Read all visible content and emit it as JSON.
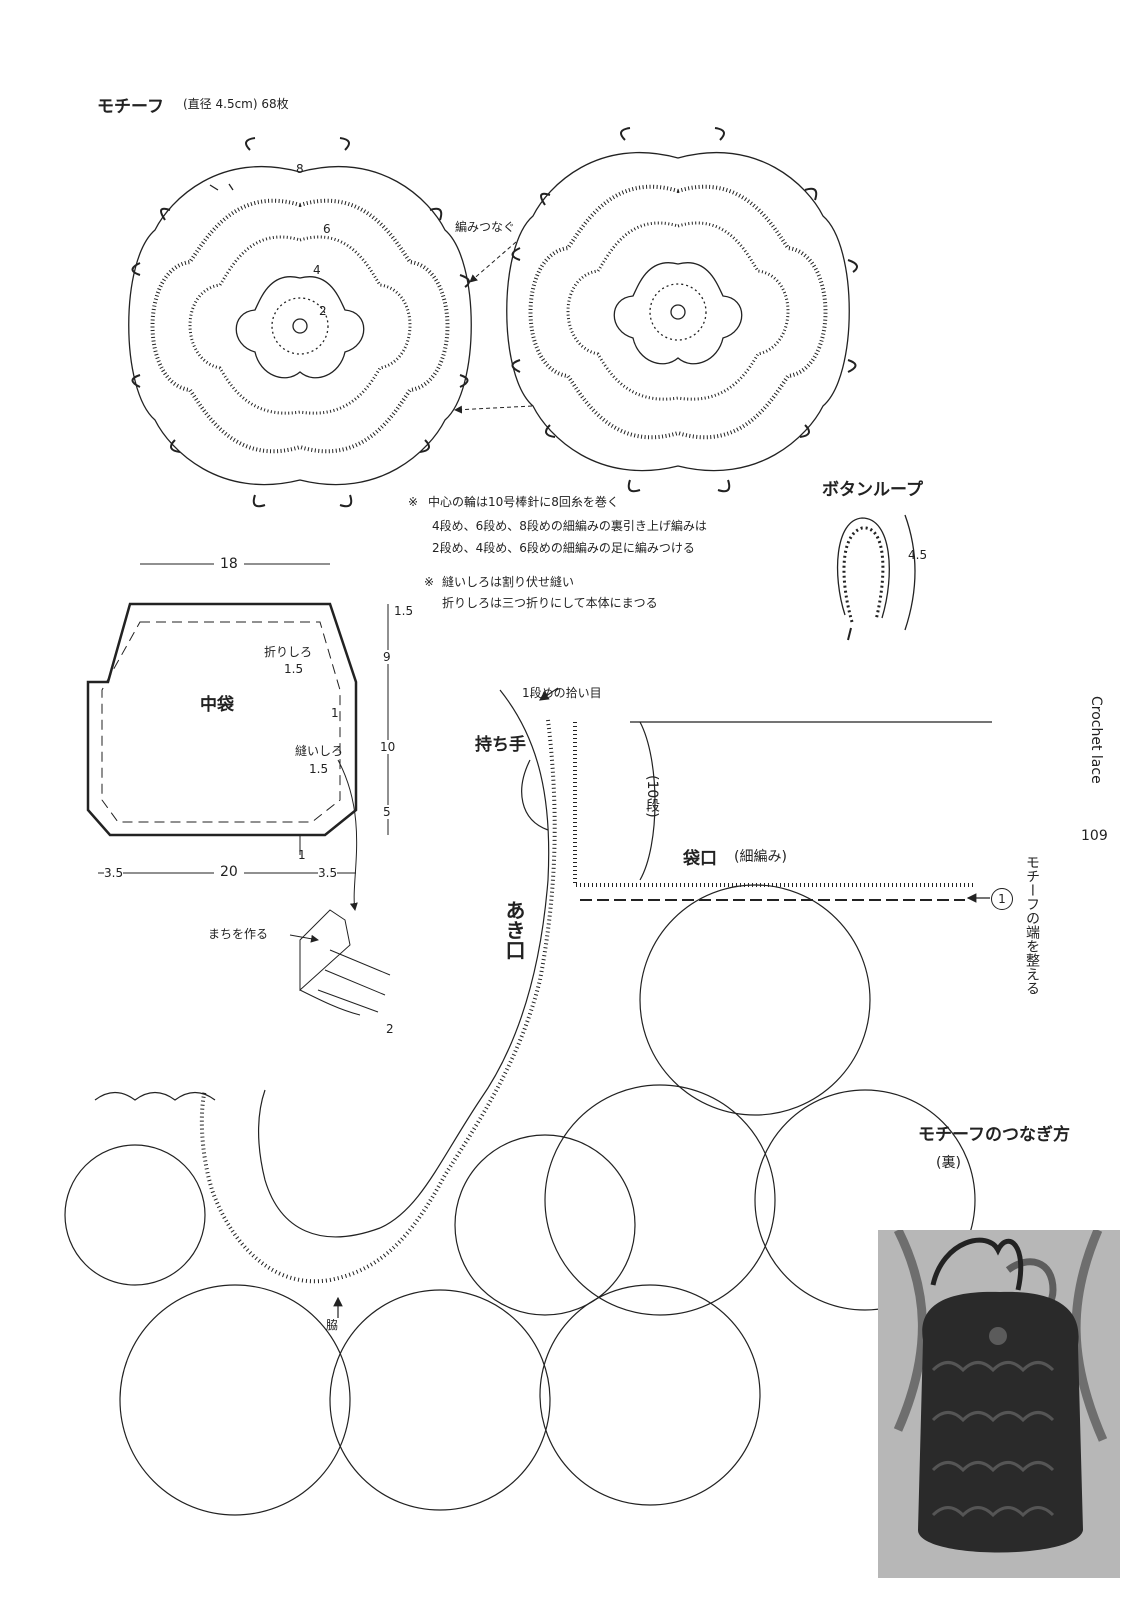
{
  "motif": {
    "title": "モチーフ",
    "spec": "(直径 4.5cm) 68枚",
    "round_labels": [
      "8",
      "6",
      "4",
      "2"
    ],
    "join_label": "編みつなぐ"
  },
  "notes": {
    "n1_mark": "※",
    "n1_line1": "中心の輪は10号棒針に8回糸を巻く",
    "n1_line2": "4段め、6段め、8段めの細編みの裏引き上げ編みは",
    "n1_line3": "2段め、4段め、6段めの細編みの足に編みつける",
    "n2_mark": "※",
    "n2_line1": "縫いしろは割り伏せ縫い",
    "n2_line2": "折りしろは三つ折りにして本体にまつる"
  },
  "button_loop": {
    "title": "ボタンループ",
    "size": "4.5"
  },
  "inner_bag": {
    "title": "中袋",
    "top_width": "18",
    "bottom_width": "20",
    "side_left": "3.5",
    "side_right": "3.5",
    "h1": "1.5",
    "h2": "9",
    "h3": "10",
    "h4": "5",
    "fold_label": "折りしろ",
    "fold_value": "1.5",
    "seam_label": "縫いしろ",
    "seam_value": "1.5",
    "small_1a": "1",
    "small_1b": "1",
    "gusset_label": "まちを作る",
    "gusset_value": "2"
  },
  "assembly": {
    "pickup_label": "1段めの拾い目",
    "handle_label": "持ち手",
    "rows_label": "(10段)",
    "opening_label": "袋口",
    "opening_sub": "(細編み)",
    "slit_label": "あき口",
    "side_label": "脇",
    "edge_label": "モチーフの端を整える",
    "row_marker": "1",
    "join_method": "モチーフのつなぎ方",
    "join_method_sub": "(裏)"
  },
  "side_footer": {
    "book": "Crochet lace",
    "page": "109"
  }
}
